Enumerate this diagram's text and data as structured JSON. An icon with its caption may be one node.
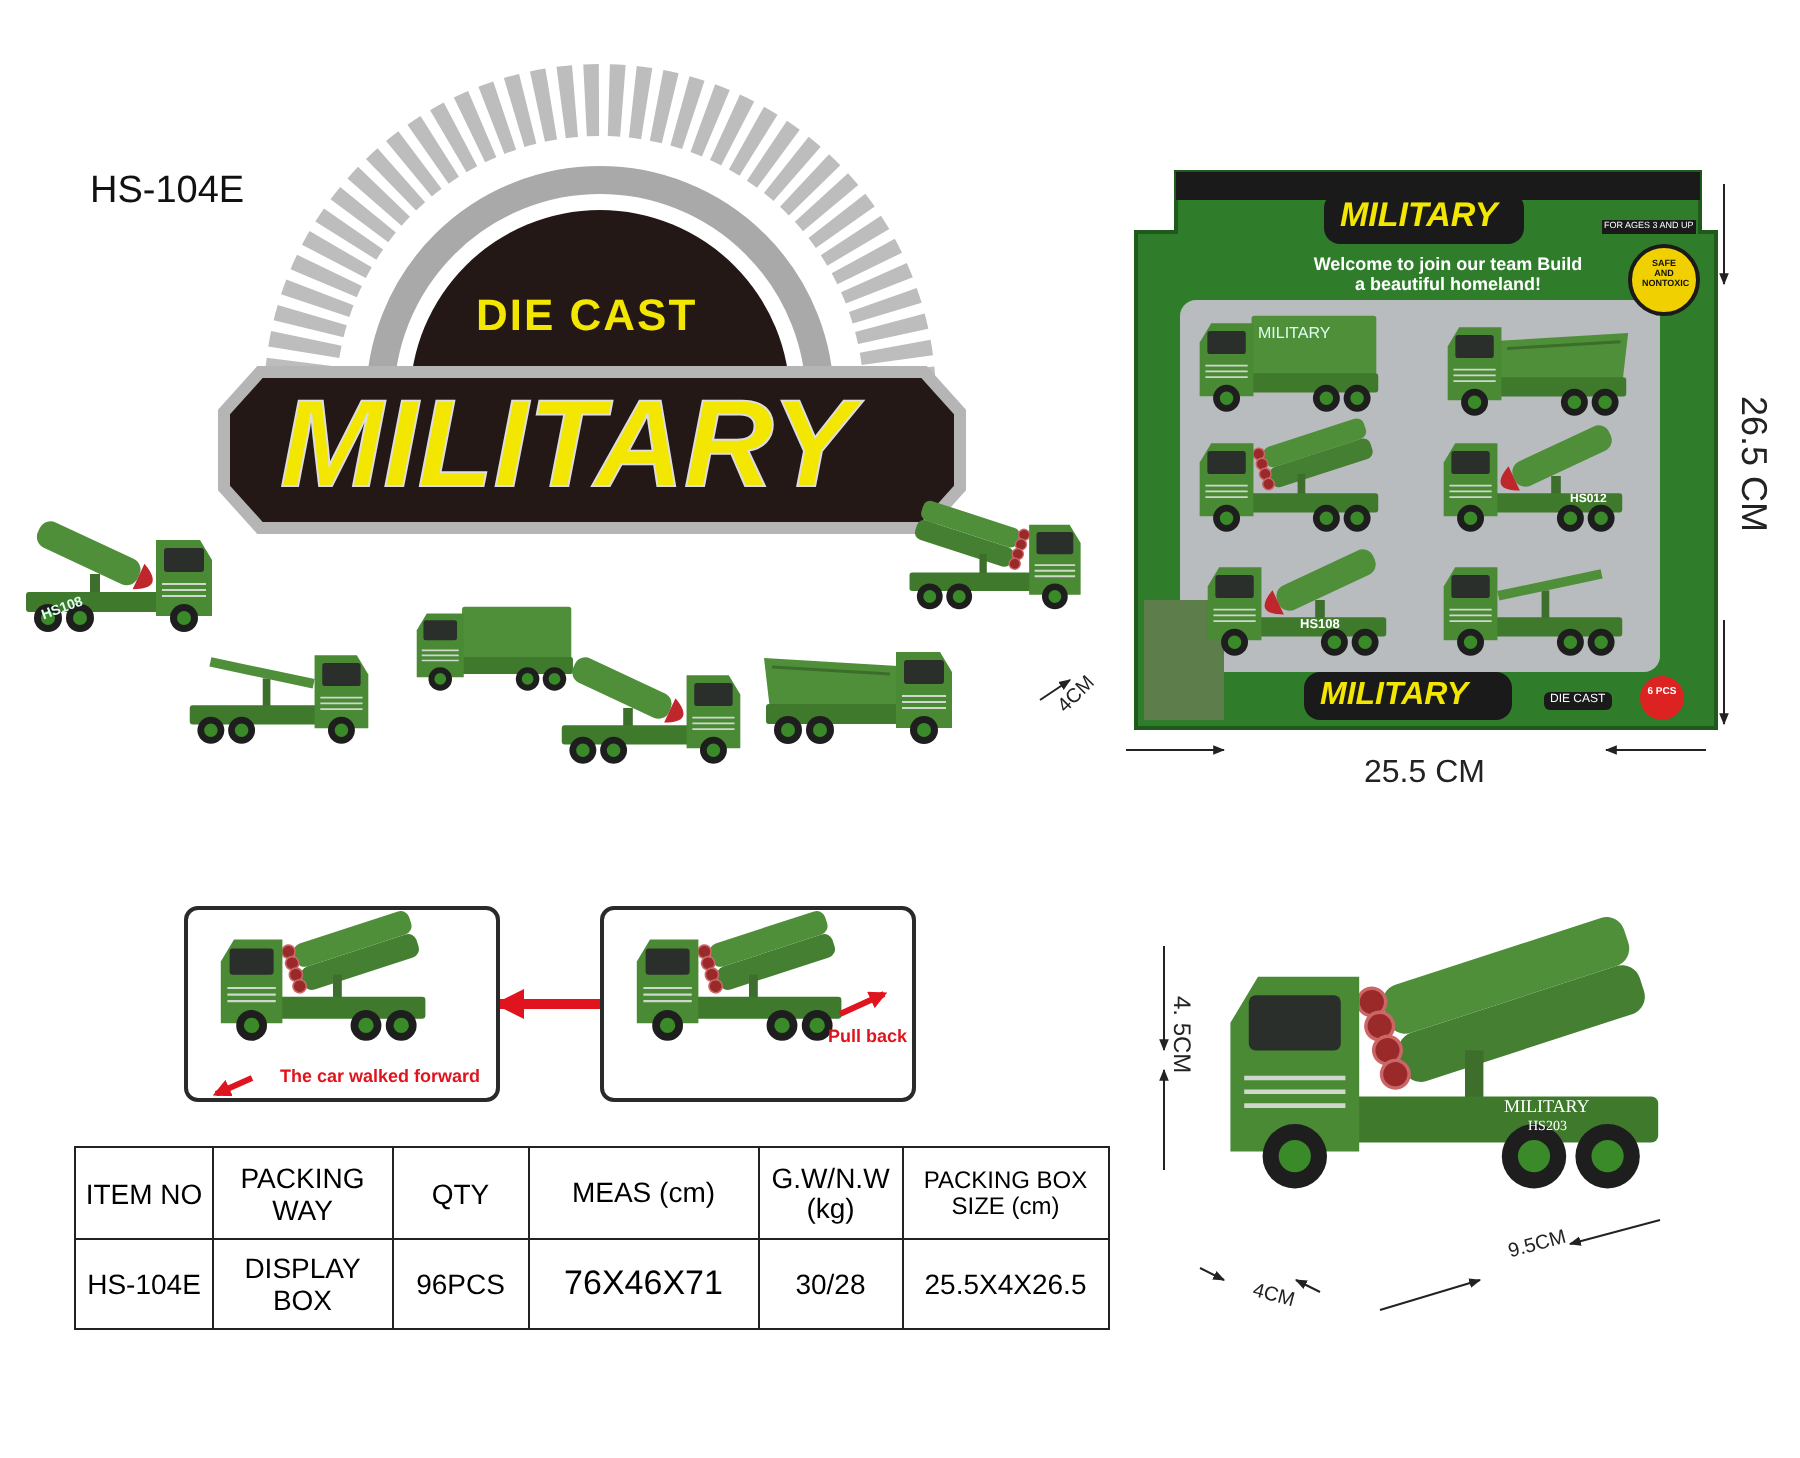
{
  "diagram": {
    "nodes": [
      {
        "text": [
          "The car walked forward"
        ]
      },
      {
        "text": [
          "Pull back"
        ]
      }
    ],
    "edges": [
      {
        "from": 1,
        "to": 0,
        "arrow": "to",
        "color": "#e0141e"
      }
    ],
    "labels": [
      "HS-104E",
      "DIE CAST",
      "MILITARY",
      "MILITARY",
      "FOR AGES 3 AND UP",
      "Welcome to join our team Build a beautiful homeland!",
      "SAFE AND NONTOXIC",
      "MILITARY",
      "HS012",
      "HS108",
      "MILITARY",
      "DIE CAST",
      "6 PCS",
      "26.5 CM",
      "25.5 CM",
      "4CM",
      "HS108",
      "ITEM NO",
      "PACKING WAY",
      "QTY",
      "MEAS (cm)",
      "G.W/N.W (kg)",
      "PACKING BOX SIZE (cm)",
      "HS-104E",
      "DISPLAY BOX",
      "96PCS",
      "76X46X71",
      "30/28",
      "25.5X4X26.5",
      "MILITARY",
      "HS203",
      "4. 5CM",
      "4CM",
      "9.5CM"
    ]
  }
}
